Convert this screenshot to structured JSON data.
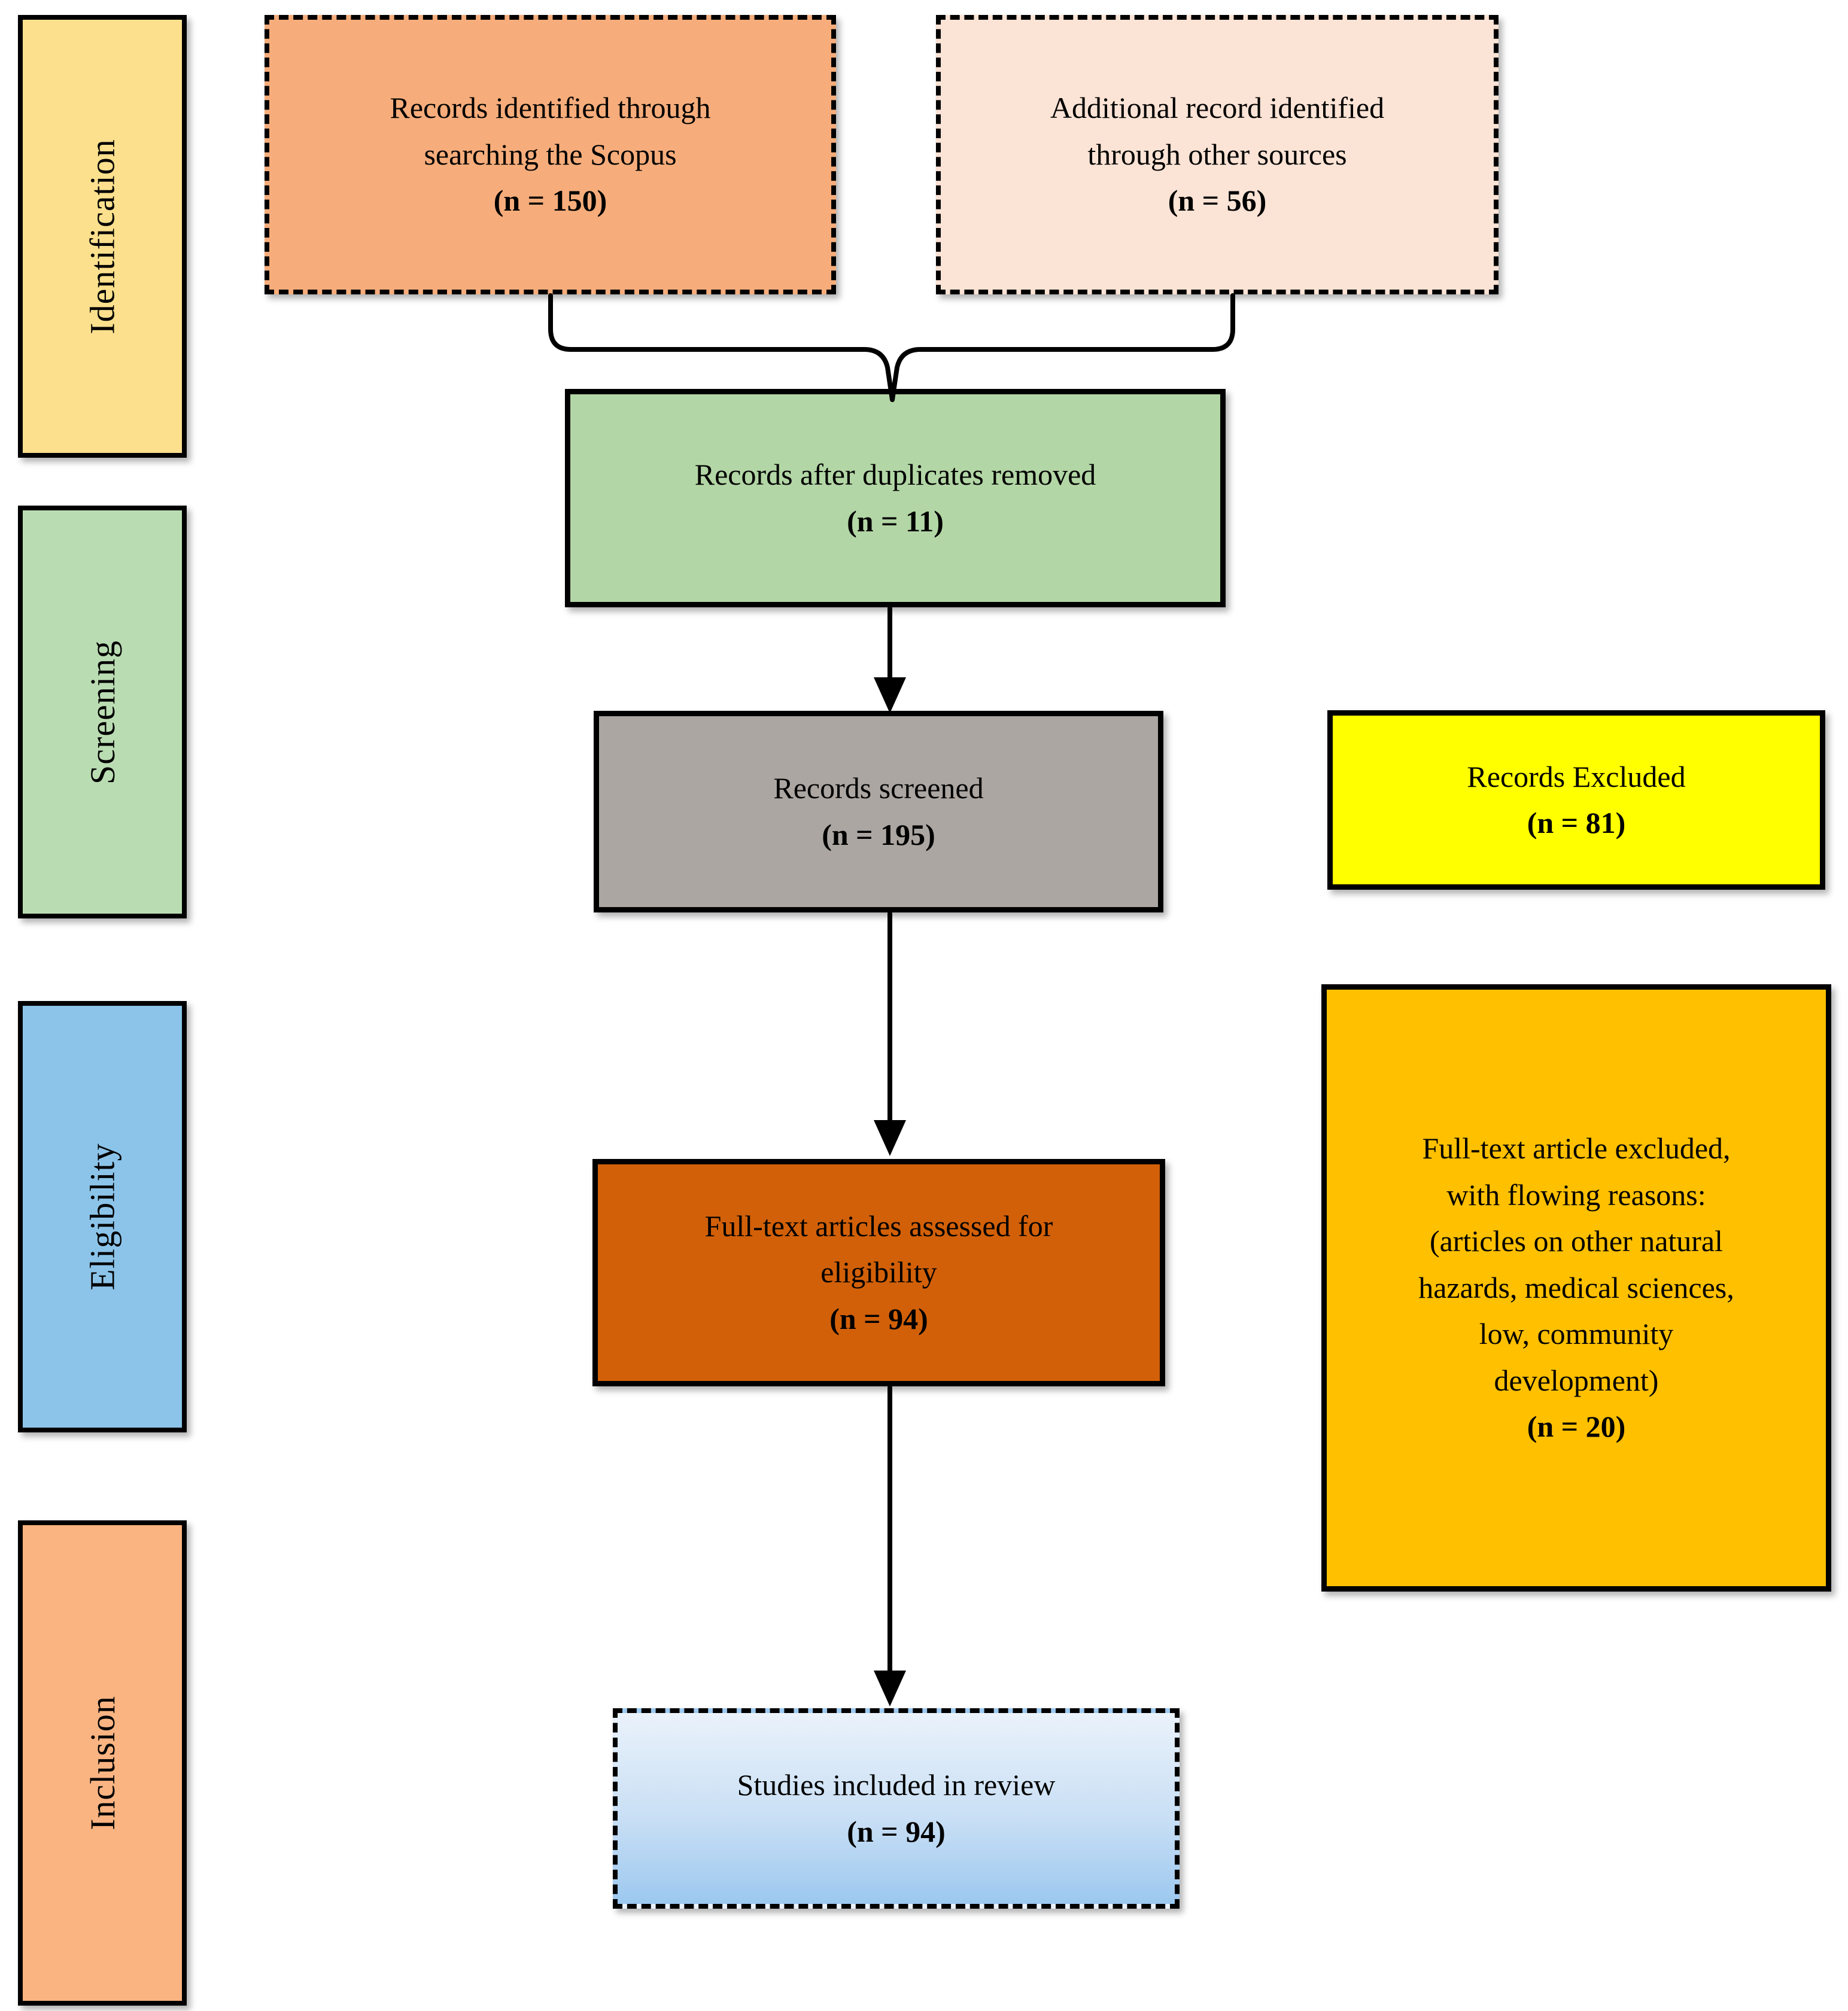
{
  "diagram": {
    "kind": "study-selection-flow",
    "background_color": "#FFFFFF",
    "line_color": "#000000",
    "text_color": "#000000"
  },
  "stages": [
    {
      "label": "Identification",
      "color": "#FCE08D"
    },
    {
      "label": "Screening",
      "color": "#BADCB2"
    },
    {
      "label": "Eligibility",
      "color": "#8CC4E9"
    },
    {
      "label": "Inclusion",
      "color": "#FAB482"
    }
  ],
  "boxes": {
    "scopus": {
      "text": "Records identified through\nsearching the Scopus",
      "n": "(n = 150)",
      "color": "#F6AD7B"
    },
    "other": {
      "text": "Additional record identified\nthrough other sources",
      "n": "(n = 56)",
      "color": "#FBE3D5"
    },
    "duplicates": {
      "text": "Records after duplicates removed",
      "n": "(n = 11)",
      "color": "#B2D6A5"
    },
    "screened": {
      "text": "Records screened",
      "n": "(n = 195)",
      "color": "#ABA6A2"
    },
    "excluded": {
      "text": "Records Excluded",
      "n": "(n = 81)",
      "color": "#FFFF00"
    },
    "fulltext": {
      "text": "Full-text articles assessed for\neligibility",
      "n": "(n = 94)",
      "color": "#D26008"
    },
    "ft_excluded": {
      "text": "Full-text article excluded,\nwith flowing reasons:\n(articles on other natural\nhazards, medical sciences,\nlow, community\ndevelopment)",
      "n": "(n = 20)",
      "color": "#FFC000"
    },
    "included": {
      "text": "Studies included in review",
      "n": "(n = 94)",
      "background": "linear-gradient(180deg, #EAF2FB 0%, #C9DFF5 55%, #9CC8EF 100%)"
    }
  }
}
